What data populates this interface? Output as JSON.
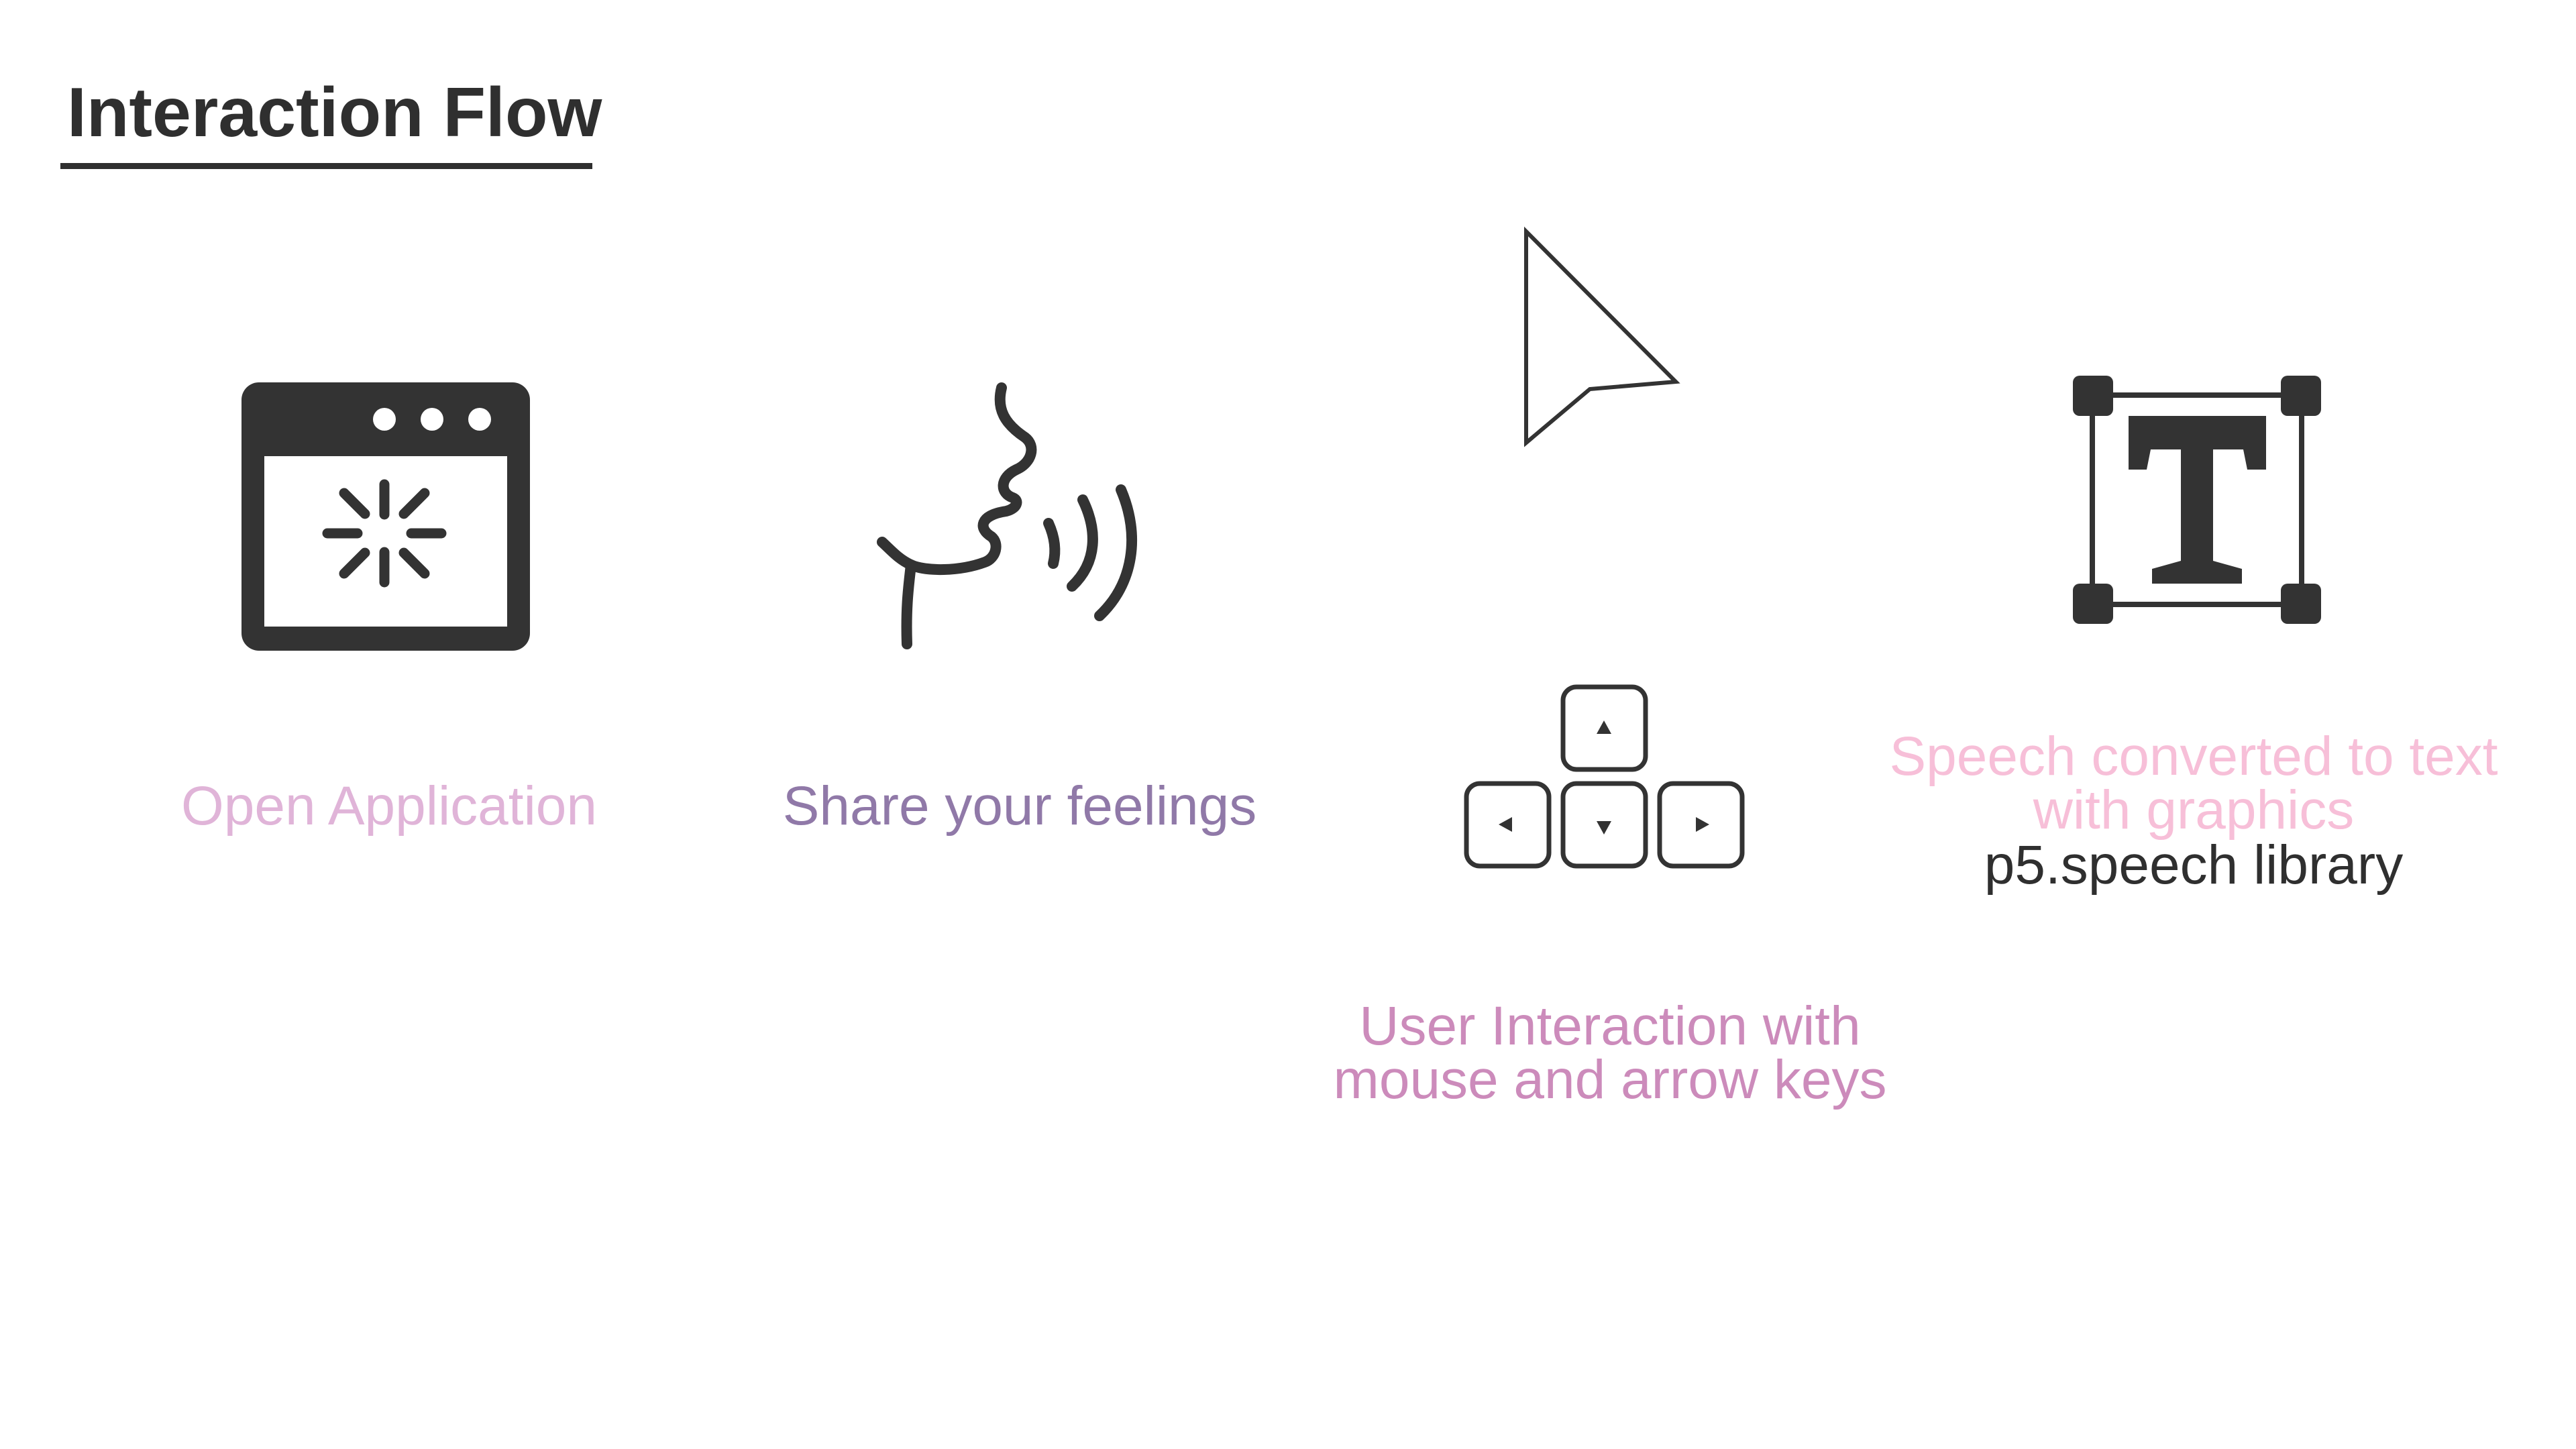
{
  "title": "Interaction Flow",
  "steps": [
    {
      "label": "Open Application",
      "icon": "browser-window-loading-icon"
    },
    {
      "label": "Share your feelings",
      "icon": "speaking-face-icon"
    },
    {
      "label_lines": [
        "User Interaction with",
        "mouse and arrow keys"
      ],
      "icons": [
        "mouse-pointer-icon",
        "arrow-keys-icon"
      ]
    },
    {
      "label_lines": [
        "Speech converted to text",
        "with graphics"
      ],
      "sublabel": "p5.speech library",
      "icon": "text-tool-icon"
    }
  ],
  "colors": {
    "title": "#2f2f2f",
    "icon": "#333333",
    "open_application": "#e0b4d8",
    "share_feelings": "#9079a8",
    "user_interaction": "#cc8bbb",
    "speech_converted": "#f7bfd8",
    "library": "#2f2f2f"
  }
}
